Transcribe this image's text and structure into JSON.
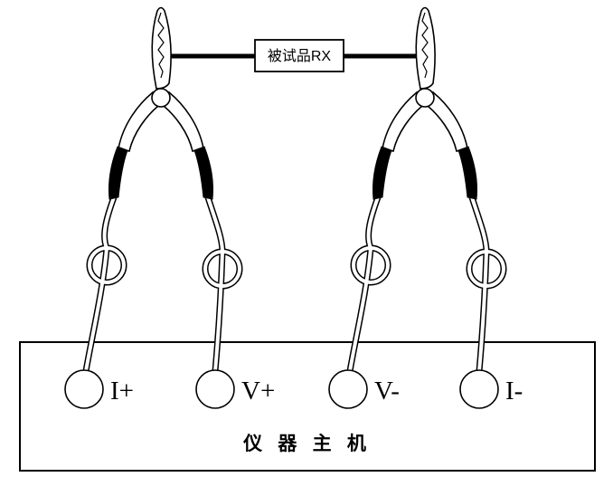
{
  "device_box": {
    "label": "被试品RX"
  },
  "instrument_box": {
    "label": "仪 器 主 机"
  },
  "terminals": [
    {
      "label": "I+"
    },
    {
      "label": "V+"
    },
    {
      "label": "V-"
    },
    {
      "label": "I-"
    }
  ]
}
